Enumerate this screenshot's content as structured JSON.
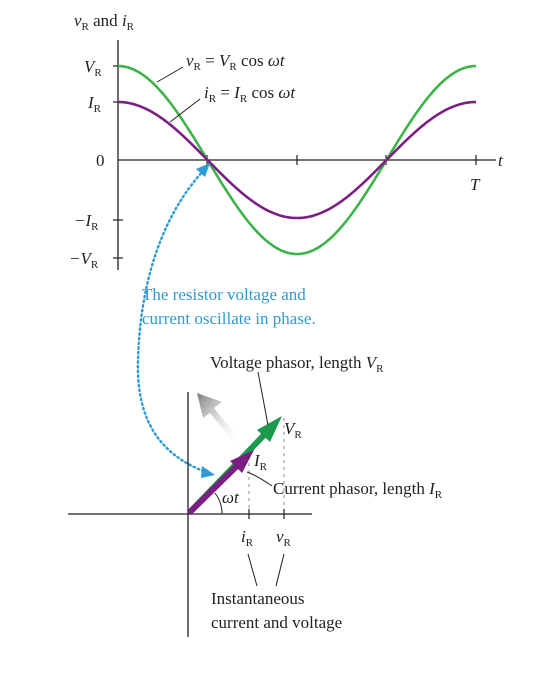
{
  "graph": {
    "y_axis_title": {
      "v": "v",
      "v_sub": "R",
      "and": " and ",
      "i": "i",
      "i_sub": "R"
    },
    "x_axis_var": "t",
    "origin_label": "0",
    "period_label": "T",
    "tick_VR": {
      "main": "V",
      "sub": "R"
    },
    "tick_IR": {
      "main": "I",
      "sub": "R"
    },
    "tick_neg_IR": {
      "main": "−I",
      "sub": "R"
    },
    "tick_neg_VR": {
      "main": "−V",
      "sub": "R"
    },
    "voltage_eq": {
      "a": "v",
      "a_sub": "R",
      "eq": " = ",
      "b": "V",
      "b_sub": "R",
      "rest": " cos ",
      "w": "ωt"
    },
    "current_eq": {
      "a": "i",
      "a_sub": "R",
      "eq": " = ",
      "b": "I",
      "b_sub": "R",
      "rest": " cos ",
      "w": "ωt"
    },
    "colors": {
      "voltage": "#3cb44a",
      "current": "#7b1f82",
      "axes": "#231f20",
      "note": "#2e9bd4"
    }
  },
  "note": {
    "line1": "The resistor voltage and",
    "line2": "current oscillate in phase."
  },
  "phasor": {
    "voltage_caption": {
      "text": "Voltage phasor, length ",
      "var": "V",
      "sub": "R"
    },
    "current_caption": {
      "text": "Current phasor, length ",
      "var": "I",
      "sub": "R"
    },
    "vr_tip_label": {
      "var": "V",
      "sub": "R"
    },
    "ir_tip_label": {
      "var": "I",
      "sub": "R"
    },
    "angle_label": "ωt",
    "proj_i": {
      "var": "i",
      "sub": "R"
    },
    "proj_v": {
      "var": "v",
      "sub": "R"
    },
    "bottom_caption": {
      "line1": "Instantaneous",
      "line2": "current and voltage"
    }
  }
}
